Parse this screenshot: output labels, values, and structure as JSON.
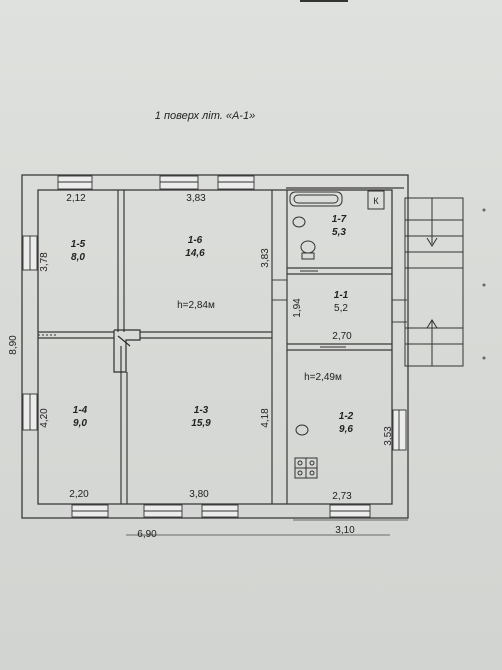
{
  "title": "1 поверх літ. «А-1»",
  "overall": {
    "width": "6,90",
    "depth": "8,90",
    "annex_width": "3,10"
  },
  "heights": {
    "main": "h=2,84м",
    "annex": "h=2,49м"
  },
  "rooms": [
    {
      "id": "1-5",
      "area": "8,0",
      "width": "2,12",
      "length": "3,78"
    },
    {
      "id": "1-6",
      "area": "14,6",
      "width": "3,83",
      "length": "3,83"
    },
    {
      "id": "1-7",
      "area": "5,3"
    },
    {
      "id": "1-1",
      "area": "5,2",
      "width": "2,70",
      "length": "1,94"
    },
    {
      "id": "1-4",
      "area": "9,0",
      "width": "2,20",
      "length": "4,20"
    },
    {
      "id": "1-3",
      "area": "15,9",
      "width": "3,80",
      "length": "4,18"
    },
    {
      "id": "1-2",
      "area": "9,6",
      "width": "2,73",
      "length": "3,53"
    }
  ],
  "fixtures": {
    "kitchen_mark": "К"
  },
  "colors": {
    "wall": "#3a3a3a",
    "paper": "#dcdedb",
    "ink": "#222222"
  }
}
